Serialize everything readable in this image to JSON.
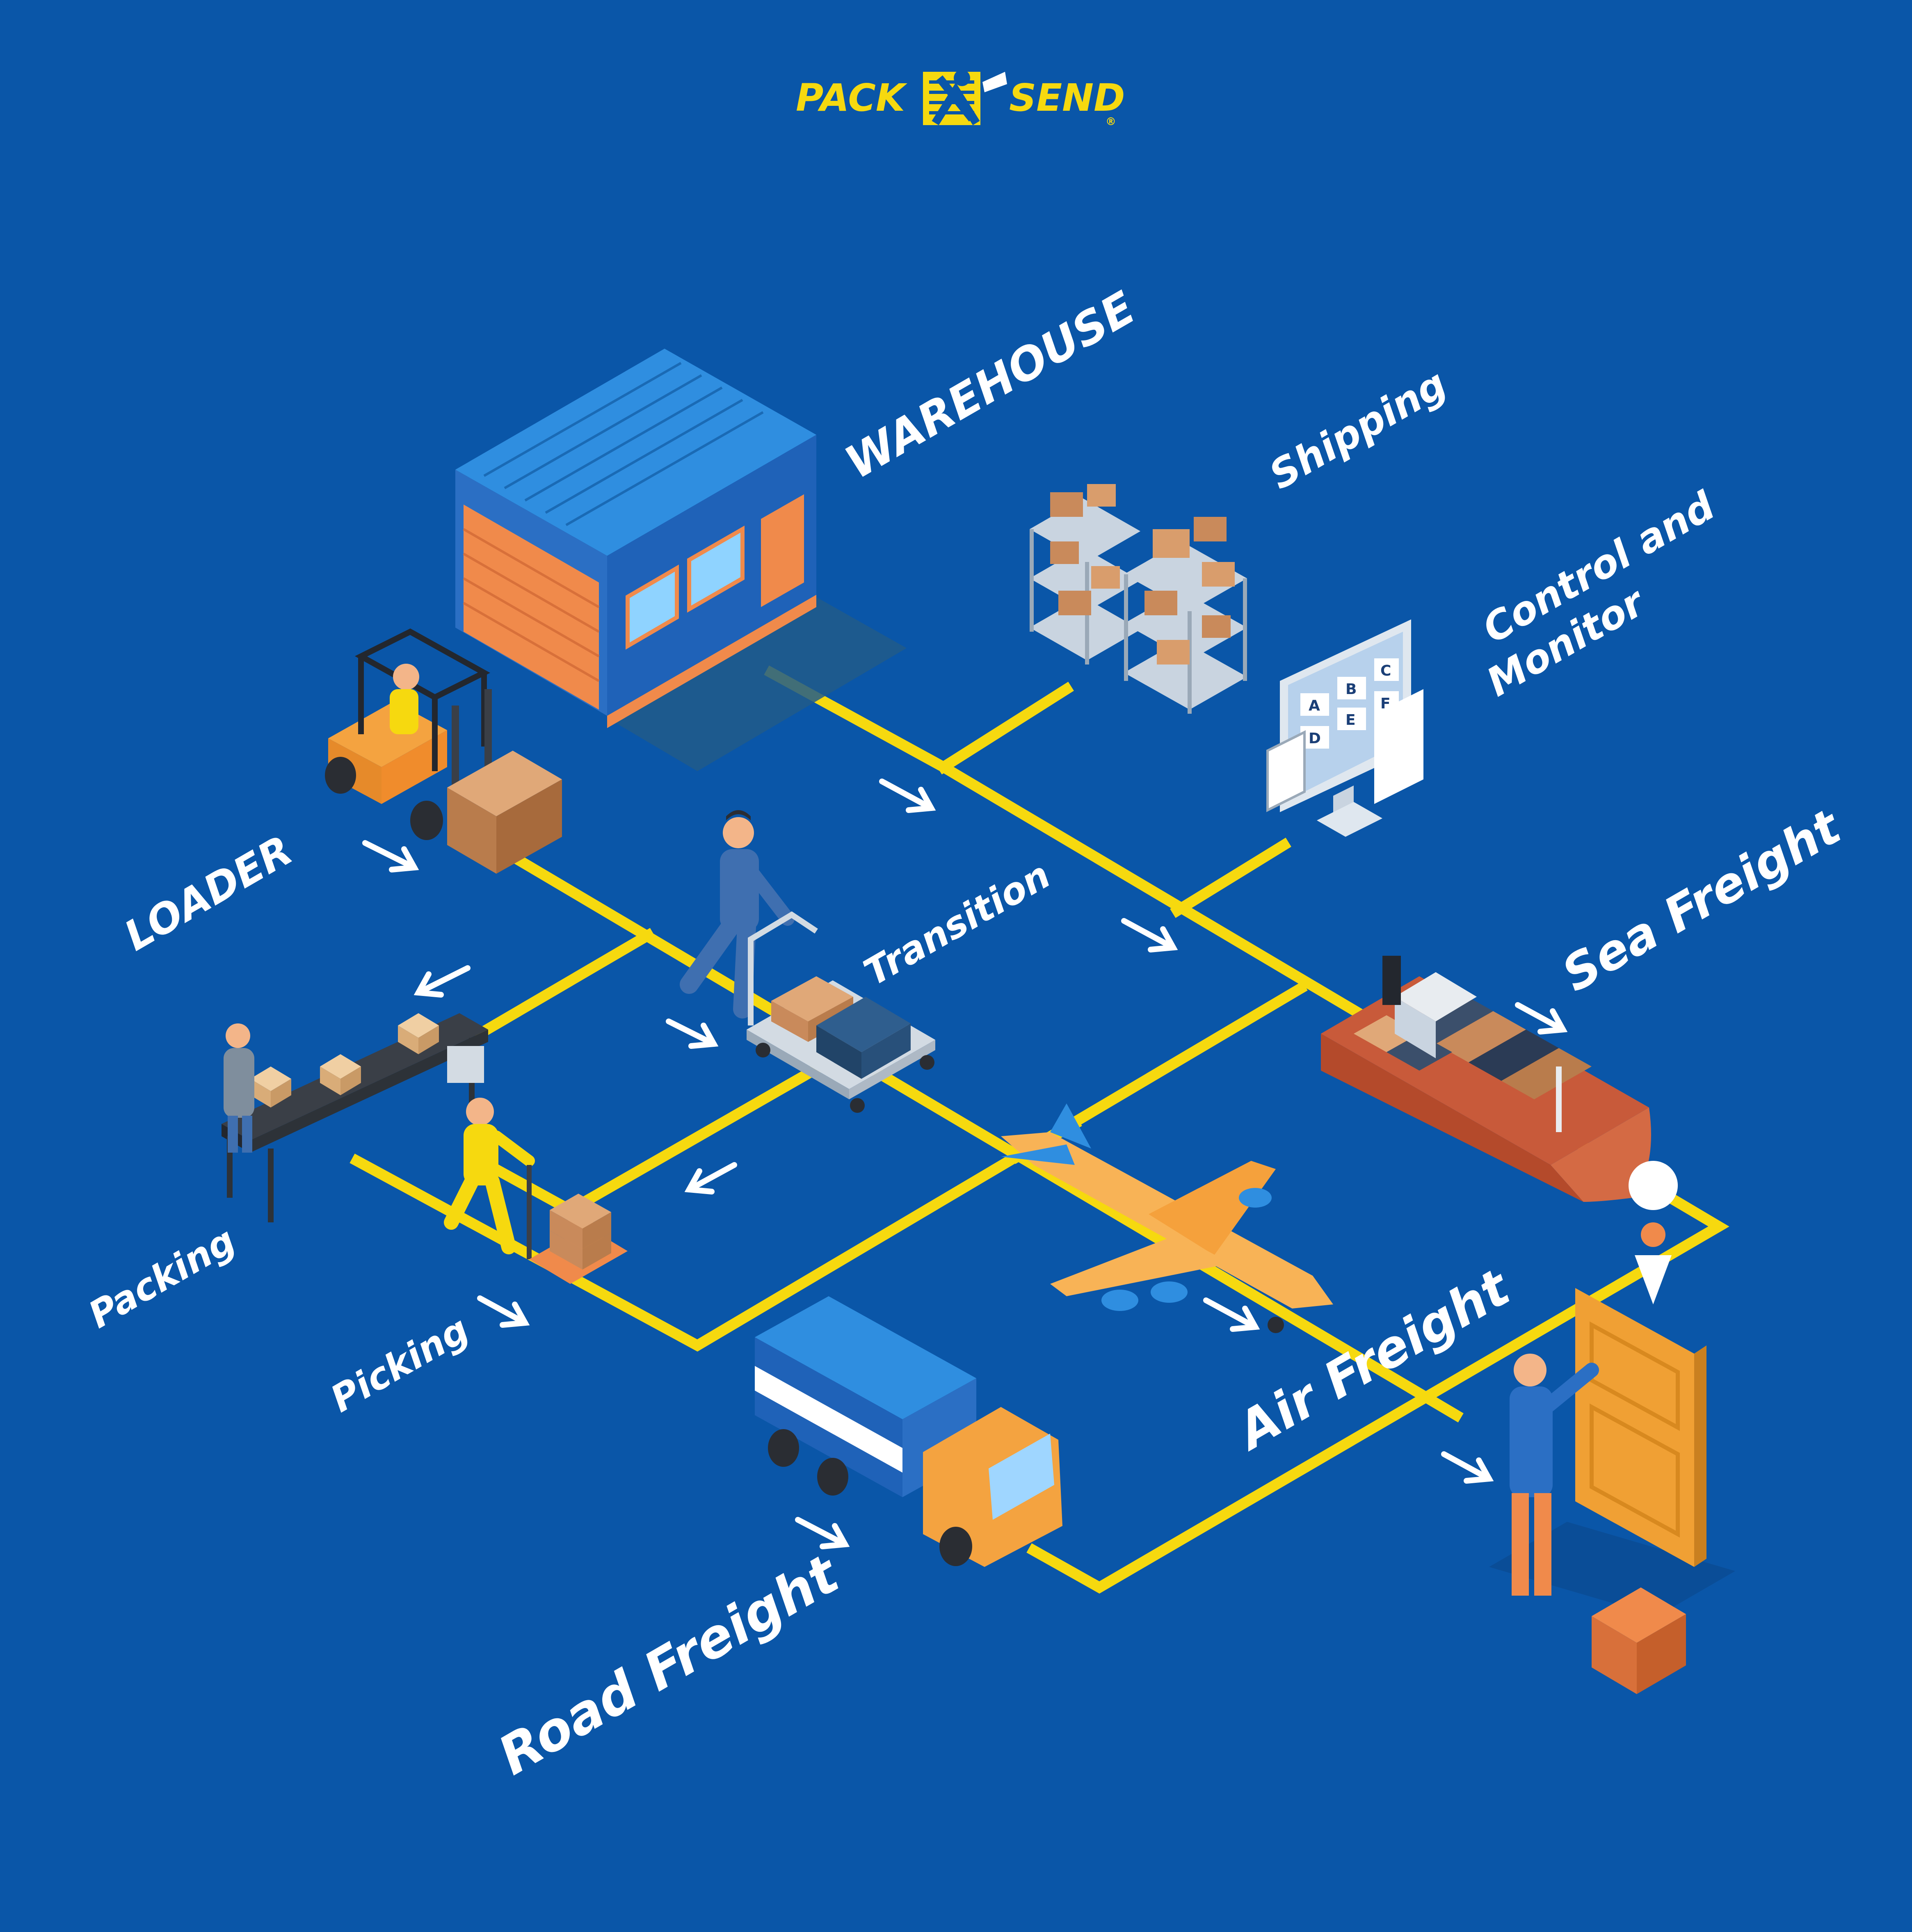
{
  "brand": {
    "left_word": "PACK",
    "right_word": "SEND",
    "trademark": "®"
  },
  "labels": {
    "warehouse": "WAREHOUSE",
    "shipping": "Shipping",
    "control_line1": "Control and",
    "control_line2": "Monitor",
    "loader": "LOADER",
    "transition": "Transition",
    "sea_freight": "Sea Freight",
    "packing": "Packing",
    "picking": "Picking",
    "air_freight": "Air Freight",
    "road_freight": "Road Freight"
  },
  "monitor_cells": [
    "A",
    "B",
    "C",
    "D",
    "E",
    "F"
  ],
  "colors": {
    "background": "#0a56a8",
    "path": "#f6d90f",
    "label": "#ffffff",
    "accent_orange": "#f08a4b",
    "warehouse_blue": "#2f8ee0"
  }
}
